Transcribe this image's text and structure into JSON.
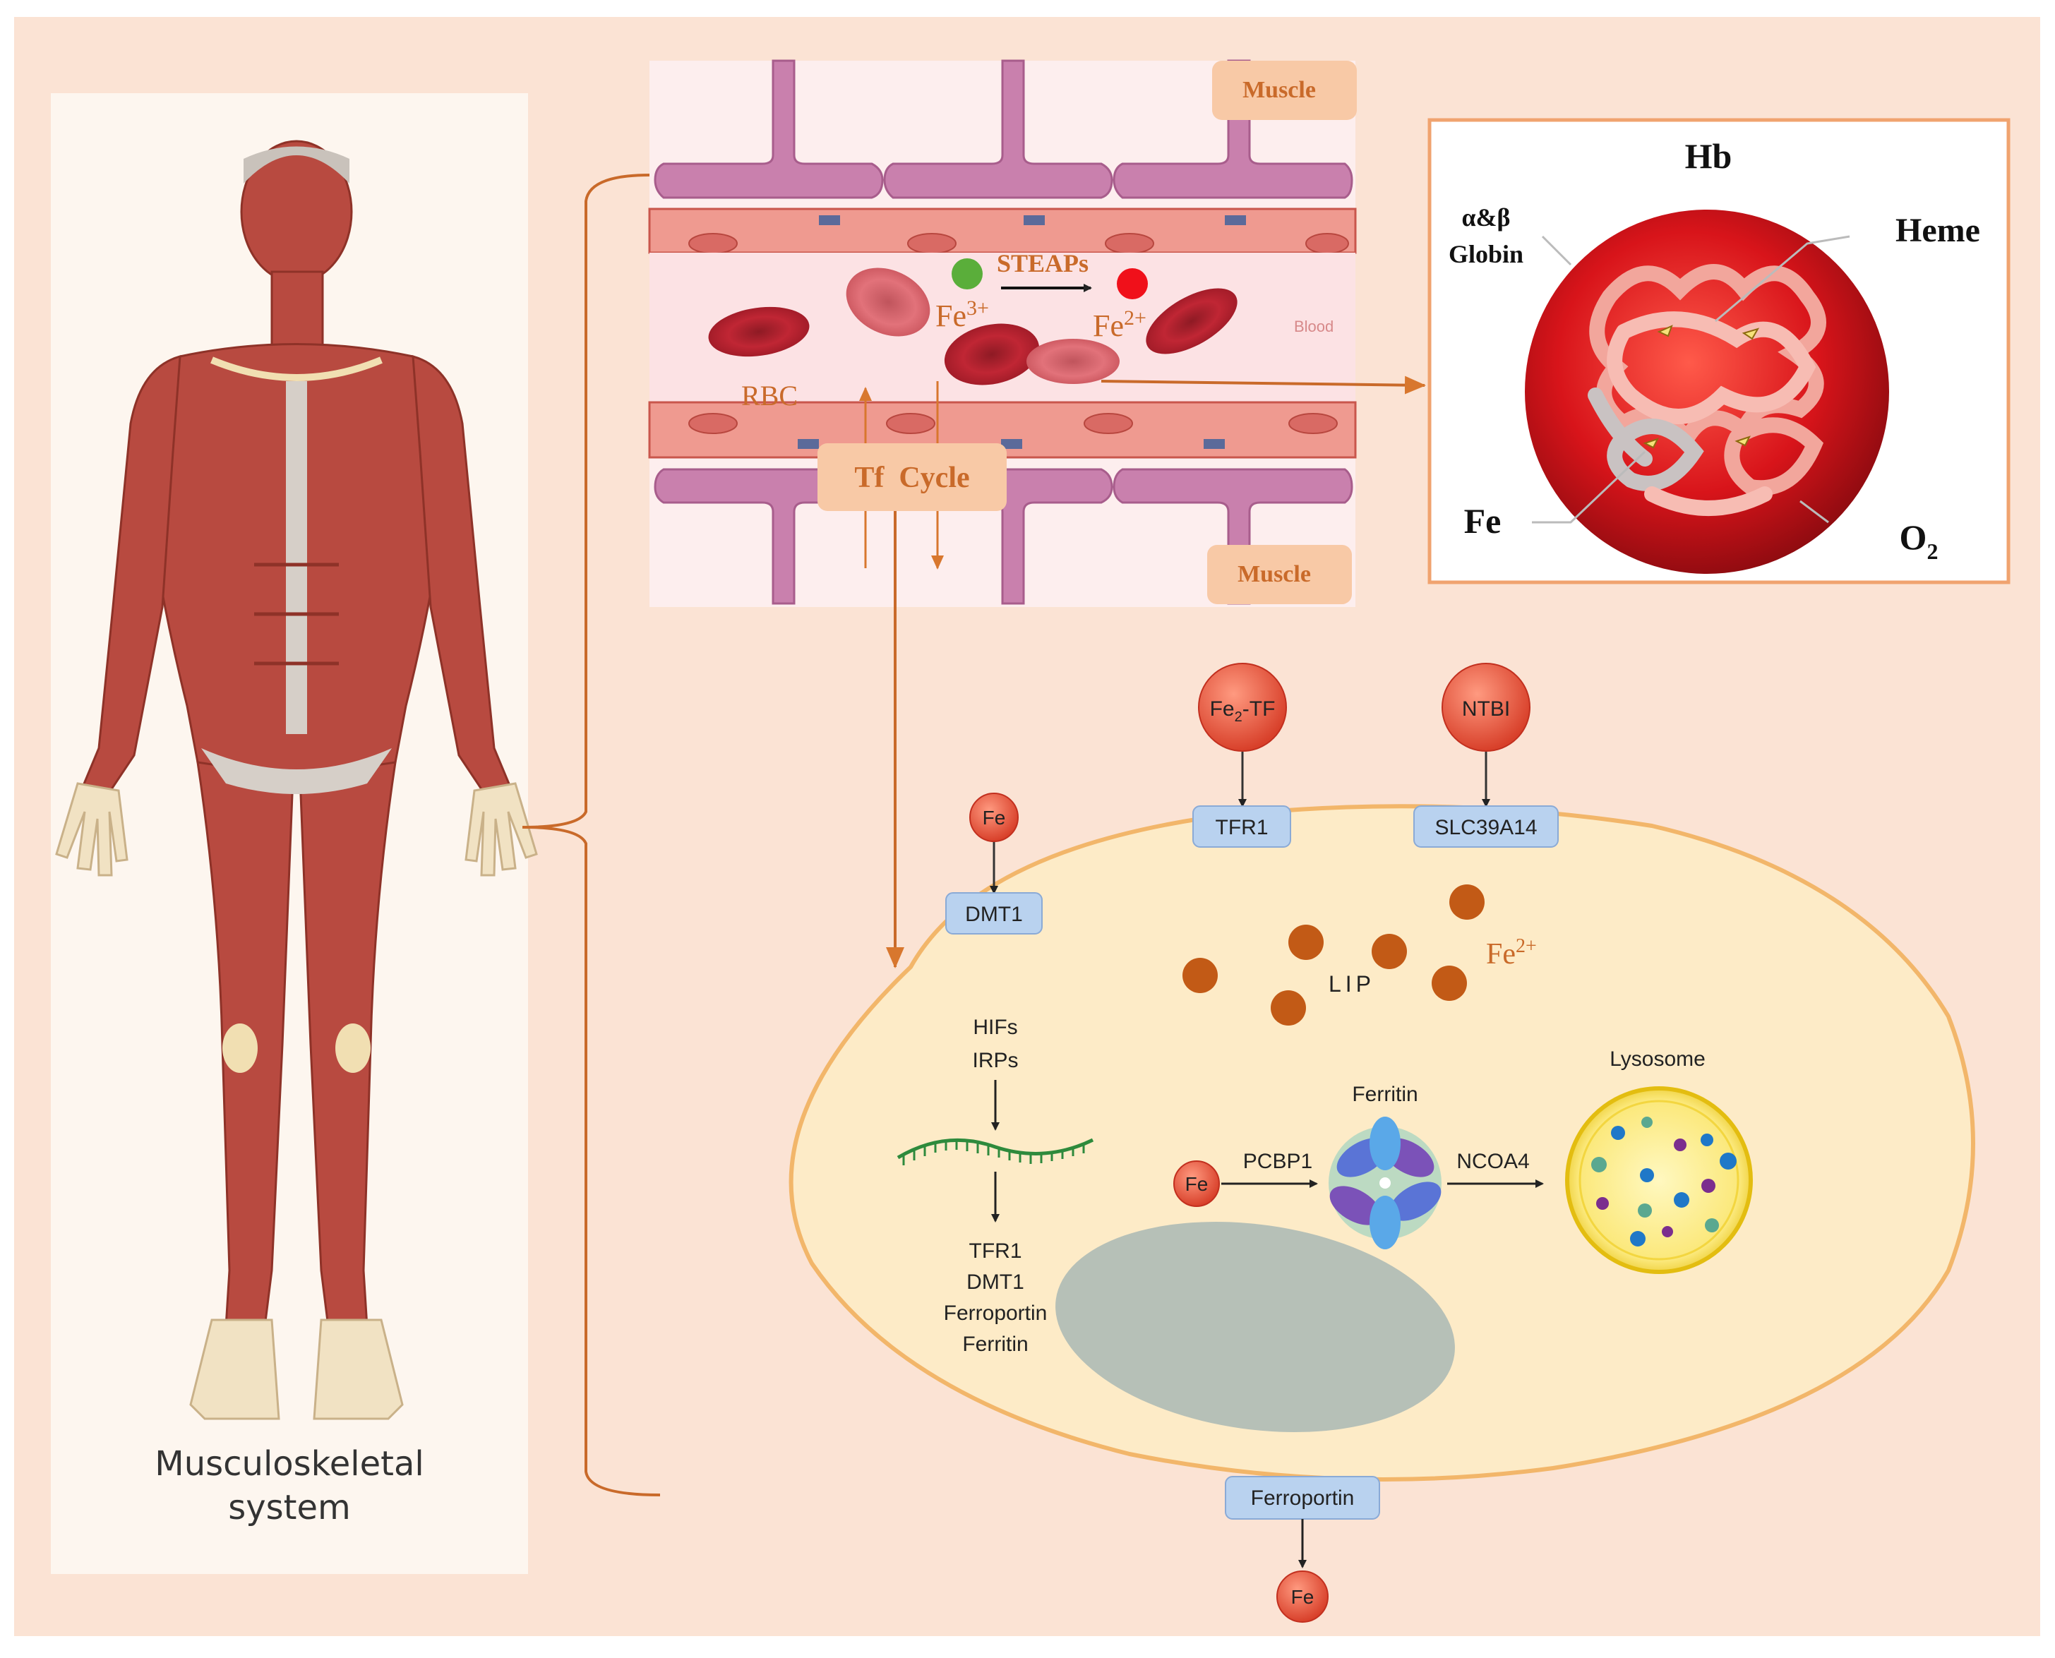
{
  "body_panel": {
    "caption_line1": "Musculoskeletal",
    "caption_line2": "system"
  },
  "blood_vessel": {
    "muscle_top": "Muscle",
    "muscle_bottom": "Muscle",
    "steaps": "STEAPs",
    "fe3_base": "Fe",
    "fe3_sup": "3+",
    "fe2_base": "Fe",
    "fe2_sup": "2+",
    "blood": "Blood",
    "rbc": "RBC",
    "tf_cycle": "Tf  Cycle"
  },
  "hemoglobin": {
    "title": "Hb",
    "globin_line1": "α&β",
    "globin_line2": "Globin",
    "heme": "Heme",
    "fe": "Fe",
    "o2_base": "O",
    "o2_sub": "2"
  },
  "cell": {
    "fe2tf_base": "Fe",
    "fe2tf_sub": "2",
    "fe2tf_rest": "-TF",
    "ntbi": "NTBI",
    "tfr1_receptor": "TFR1",
    "slc": "SLC39A14",
    "fe_dmt": "Fe",
    "dmt1": "DMT1",
    "lip": "LIP",
    "lip_fe_base": "Fe",
    "lip_fe_sup": "2+",
    "hifs": "HIFs",
    "irps": "IRPs",
    "targets": [
      "TFR1",
      "DMT1",
      "Ferroportin",
      "Ferritin"
    ],
    "ferritin": "Ferritin",
    "lysosome": "Lysosome",
    "fe_pcbp": "Fe",
    "pcbp1": "PCBP1",
    "ncoa4": "NCOA4",
    "ferroportin": "Ferroportin",
    "fe_out": "Fe"
  },
  "colors": {
    "background": "#fbe3d4",
    "muscle_red": "#b84a40",
    "accent_orange": "#d8772e",
    "label_box": "#f8c9a6",
    "receptor_blue": "#b9d2ef",
    "cell_fill": "#fdebc7",
    "cell_border": "#f2b66a",
    "iron_red": "#e8533b",
    "lip_brown": "#c25a16",
    "nucleus": "#a9b8b4"
  }
}
